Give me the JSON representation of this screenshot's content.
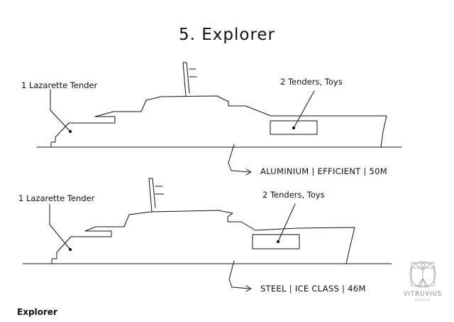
{
  "title": "5. Explorer",
  "yachts": [
    {
      "left_label": "1 Lazarette Tender",
      "right_label": "2 Tenders, Toys",
      "spec": "ALUMINIUM | EFFICIENT | 50M"
    },
    {
      "left_label": "1 Lazarette Tender",
      "right_label": "2 Tenders, Toys",
      "spec": "STEEL | ICE CLASS | 46M"
    }
  ],
  "footer": "Explorer",
  "logo": {
    "name": "VITRUVIUS",
    "subtitle": "YACHTS",
    "icon": "vitruvian-man-icon"
  },
  "colors": {
    "line": "#111111",
    "logo": "#8a8a8a"
  }
}
